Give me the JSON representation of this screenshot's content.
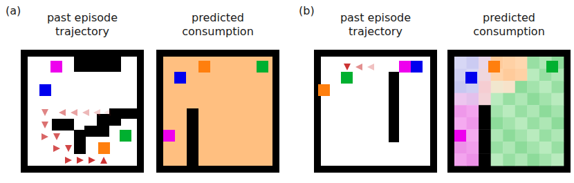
{
  "diagram": {
    "labels": [
      "(a)",
      "past episode trajectory",
      "predicted consumption",
      "(b)",
      "past episode trajectory",
      "predicted consumption"
    ]
  }
}
